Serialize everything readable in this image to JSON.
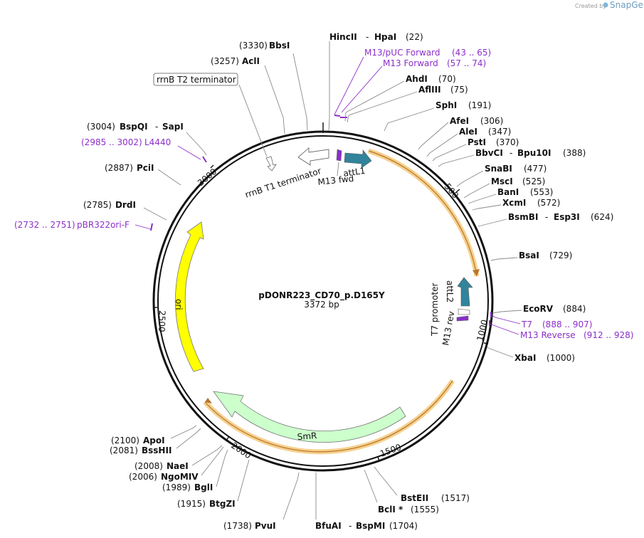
{
  "brand": {
    "created_by": "Created by",
    "name": "SnapGene"
  },
  "plasmid": {
    "name": "pDONR223_CD70_p.D165Y",
    "length": "3372 bp"
  },
  "ticks": [
    "500",
    "1000",
    "1500",
    "2000",
    "2500",
    "3000"
  ],
  "enzymes": {
    "bbsi": {
      "name": "BbsI",
      "pos": "(3330)"
    },
    "acli": {
      "name": "AclI",
      "pos": "(3257)"
    },
    "hincii": {
      "name": "HincII",
      "sep": "-",
      "name2": "HpaI",
      "pos": "(22)"
    },
    "ahdi": {
      "name": "AhdI",
      "pos": "(70)"
    },
    "aflii": {
      "name": "AflIII",
      "pos": "(75)"
    },
    "sphi": {
      "name": "SphI",
      "pos": "(191)"
    },
    "afei": {
      "name": "AfeI",
      "pos": "(306)"
    },
    "alei": {
      "name": "AleI",
      "pos": "(347)"
    },
    "psti": {
      "name": "PstI",
      "pos": "(370)"
    },
    "bbvci": {
      "name": "BbvCI",
      "sep": "-",
      "name2": "Bpu10I",
      "pos": "(388)"
    },
    "snabi": {
      "name": "SnaBI",
      "pos": "(477)"
    },
    "msci": {
      "name": "MscI",
      "pos": "(525)"
    },
    "bani": {
      "name": "BanI",
      "pos": "(553)"
    },
    "xcmi": {
      "name": "XcmI",
      "pos": "(572)"
    },
    "bsmbi": {
      "name": "BsmBI",
      "sep": "-",
      "name2": "Esp3I",
      "pos": "(624)"
    },
    "bsai": {
      "name": "BsaI",
      "pos": "(729)"
    },
    "ecorv": {
      "name": "EcoRV",
      "pos": "(884)"
    },
    "xbai": {
      "name": "XbaI",
      "pos": "(1000)"
    },
    "bsteii": {
      "name": "BstEII",
      "pos": "(1517)"
    },
    "bcli": {
      "name": "BclI *",
      "pos": "(1555)"
    },
    "bfuai": {
      "name": "BfuAI",
      "sep": "-",
      "name2": "BspMI",
      "pos": "(1704)"
    },
    "pvui": {
      "name": "PvuI",
      "pos": "(1738)"
    },
    "btgzi": {
      "name": "BtgZI",
      "pos": "(1915)"
    },
    "bgli": {
      "name": "BglI",
      "pos": "(1989)"
    },
    "ngomiv": {
      "name": "NgoMIV",
      "pos": "(2006)"
    },
    "naei": {
      "name": "NaeI",
      "pos": "(2008)"
    },
    "bsshii": {
      "name": "BssHII",
      "pos": "(2081)"
    },
    "apoi": {
      "name": "ApoI",
      "pos": "(2100)"
    },
    "drdi": {
      "name": "DrdI",
      "pos": "(2785)"
    },
    "pcii": {
      "name": "PciI",
      "pos": "(2887)"
    },
    "bspqi": {
      "name": "BspQI",
      "sep": "-",
      "name2": "SapI",
      "pos": "(3004)"
    }
  },
  "primers": {
    "m13puc": {
      "name": "M13/pUC Forward",
      "range": "(43 .. 65)"
    },
    "m13fwd": {
      "name": "M13 Forward",
      "range": "(57 .. 74)"
    },
    "t7": {
      "name": "T7",
      "range": "(888 .. 907)"
    },
    "m13rev": {
      "name": "M13 Reverse",
      "range": "(912 .. 928)"
    },
    "l4440": {
      "name": "L4440",
      "range": "(2985 .. 3002)"
    },
    "pbr322": {
      "name": "pBR322ori-F",
      "range": "(2732 .. 2751)"
    }
  },
  "features": {
    "rrnb_t2": "rrnB T2 terminator",
    "rrnb_t1": "rrnB T1 terminator",
    "attl1": "attL1",
    "m13_fwd": "M13 fwd",
    "attl2": "attL2",
    "t7_promoter": "T7 promoter",
    "m13_rev": "M13 rev",
    "ori": "ori",
    "smr": "SmR"
  },
  "colors": {
    "ori": "#ffff00",
    "smr": "#ccffcc",
    "att": "#31849b",
    "primer": "#8b2fc9",
    "orf_glow": "#f5c97a",
    "orf_line": "#b8742a"
  }
}
